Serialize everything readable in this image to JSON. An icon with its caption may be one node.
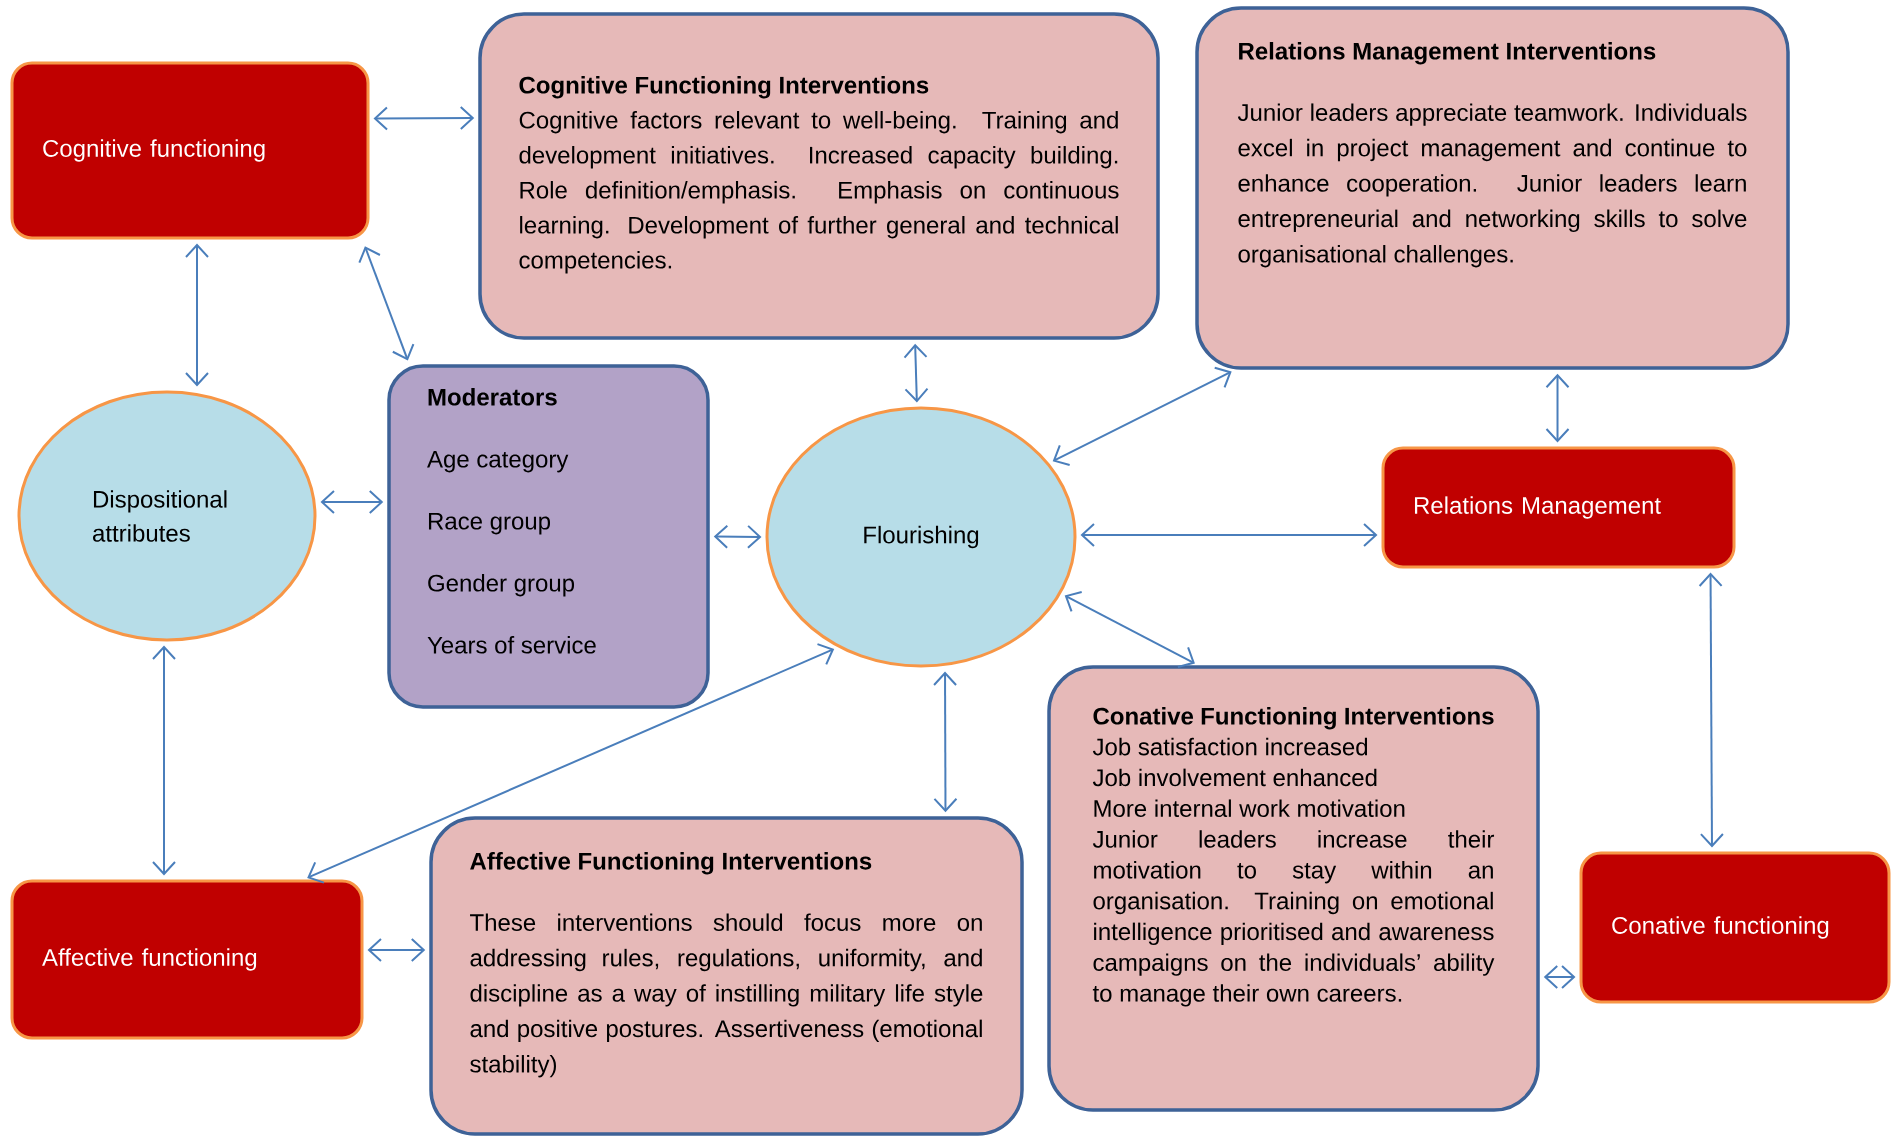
{
  "diagram": {
    "nodes": [
      {
        "text": [
          "Cognitive functioning"
        ]
      },
      {
        "text": [
          "Cognitive Functioning Interventions",
          "Cognitive factors relevant to well-being. Training and development initiatives. Increased capacity building. Role definition/emphasis. Emphasis on continuous learning. Development of further general and technical competencies."
        ]
      },
      {
        "text": [
          "Relations Management Interventions",
          "Junior leaders appreciate teamwork. Individuals excel in project management and continue to enhance cooperation. Junior leaders learn entrepreneurial and networking skills to solve organisational challenges."
        ]
      },
      {
        "text": [
          "Dispositional attributes"
        ]
      },
      {
        "text": [
          "Moderators",
          "Age category",
          "Race group",
          "Gender group",
          "Years of service"
        ]
      },
      {
        "text": [
          "Flourishing"
        ]
      },
      {
        "text": [
          "Relations Management"
        ]
      },
      {
        "text": [
          "Conative Functioning Interventions",
          "Job satisfaction increased",
          "Job involvement enhanced",
          "More internal work motivation",
          "Junior leaders increase their motivation to stay within an organisation. Training on emotional intelligence prioritised and awareness campaigns on the individuals’ ability to manage their own careers."
        ]
      },
      {
        "text": [
          "Affective functioning"
        ]
      },
      {
        "text": [
          "Affective Functioning Interventions",
          "These interventions should focus more on addressing rules, regulations, uniformity, and discipline as a way of instilling military life style and positive postures. Assertiveness (emotional stability)"
        ]
      },
      {
        "text": [
          "Conative functioning"
        ]
      }
    ],
    "edges": [
      {
        "from": 0,
        "to": 1,
        "arrow": "both"
      },
      {
        "from": 0,
        "to": 3,
        "arrow": "both"
      },
      {
        "from": 0,
        "to": 4,
        "arrow": "both"
      },
      {
        "from": 3,
        "to": 4,
        "arrow": "both"
      },
      {
        "from": 4,
        "to": 5,
        "arrow": "both"
      },
      {
        "from": 1,
        "to": 5,
        "arrow": "both"
      },
      {
        "from": 5,
        "to": 2,
        "arrow": "both"
      },
      {
        "from": 5,
        "to": 6,
        "arrow": "both"
      },
      {
        "from": 5,
        "to": 7,
        "arrow": "both"
      },
      {
        "from": 2,
        "to": 6,
        "arrow": "both"
      },
      {
        "from": 6,
        "to": 10,
        "arrow": "both"
      },
      {
        "from": 7,
        "to": 10,
        "arrow": "both"
      },
      {
        "from": 3,
        "to": 8,
        "arrow": "both"
      },
      {
        "from": 5,
        "to": 8,
        "arrow": "both"
      },
      {
        "from": 5,
        "to": 9,
        "arrow": "both"
      },
      {
        "from": 8,
        "to": 9,
        "arrow": "both"
      }
    ]
  }
}
